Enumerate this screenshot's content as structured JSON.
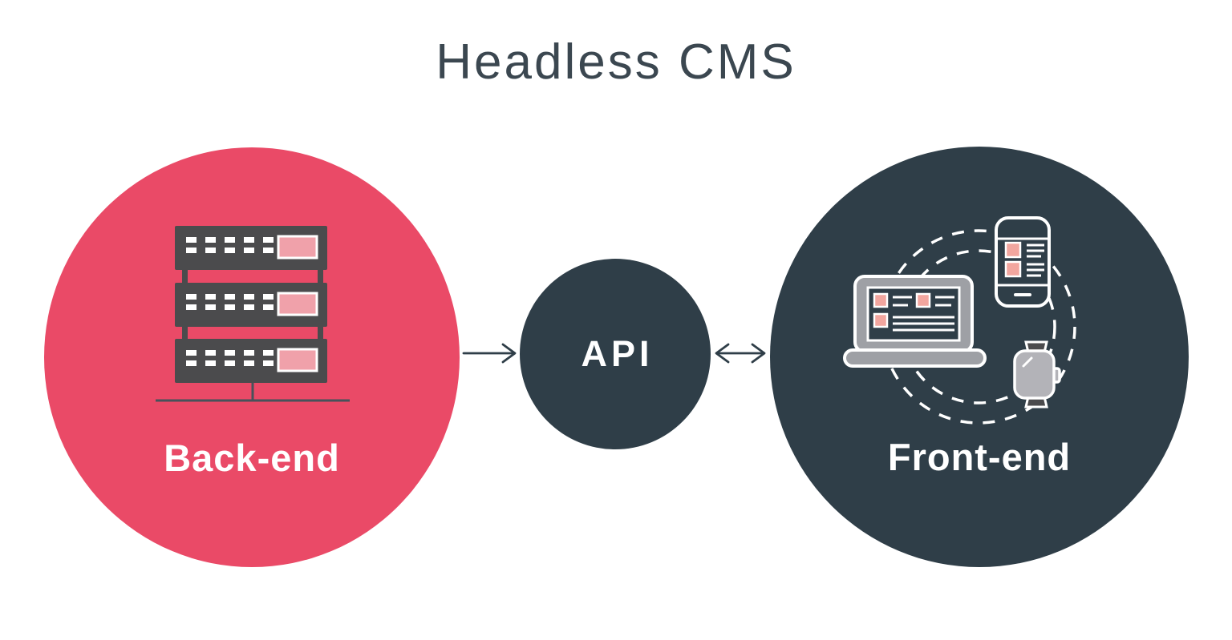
{
  "title": "Headless CMS",
  "nodes": {
    "backend": {
      "label": "Back-end",
      "icon": "server-stack-icon"
    },
    "api": {
      "label": "API"
    },
    "frontend": {
      "label": "Front-end",
      "icons": [
        "laptop-icon",
        "smartphone-icon",
        "smartwatch-icon",
        "dashed-orbit-icon"
      ]
    }
  },
  "connections": [
    {
      "from": "Back-end",
      "to": "API",
      "type": "one-way-right-arrow"
    },
    {
      "from": "API",
      "to": "Front-end",
      "type": "two-way-arrow"
    }
  ],
  "colors": {
    "bg": "#ffffff",
    "pink": "#ea4a67",
    "dark": "#2f3e48",
    "titlecolor": "#3b4750",
    "servergray": "#4b4b4d",
    "panelpink": "#f0a1aa",
    "salmon": "#f2a69f",
    "laptopgray": "#9ea0a5",
    "watchgray": "#b3b3b8",
    "linecolor": "#47525b"
  }
}
